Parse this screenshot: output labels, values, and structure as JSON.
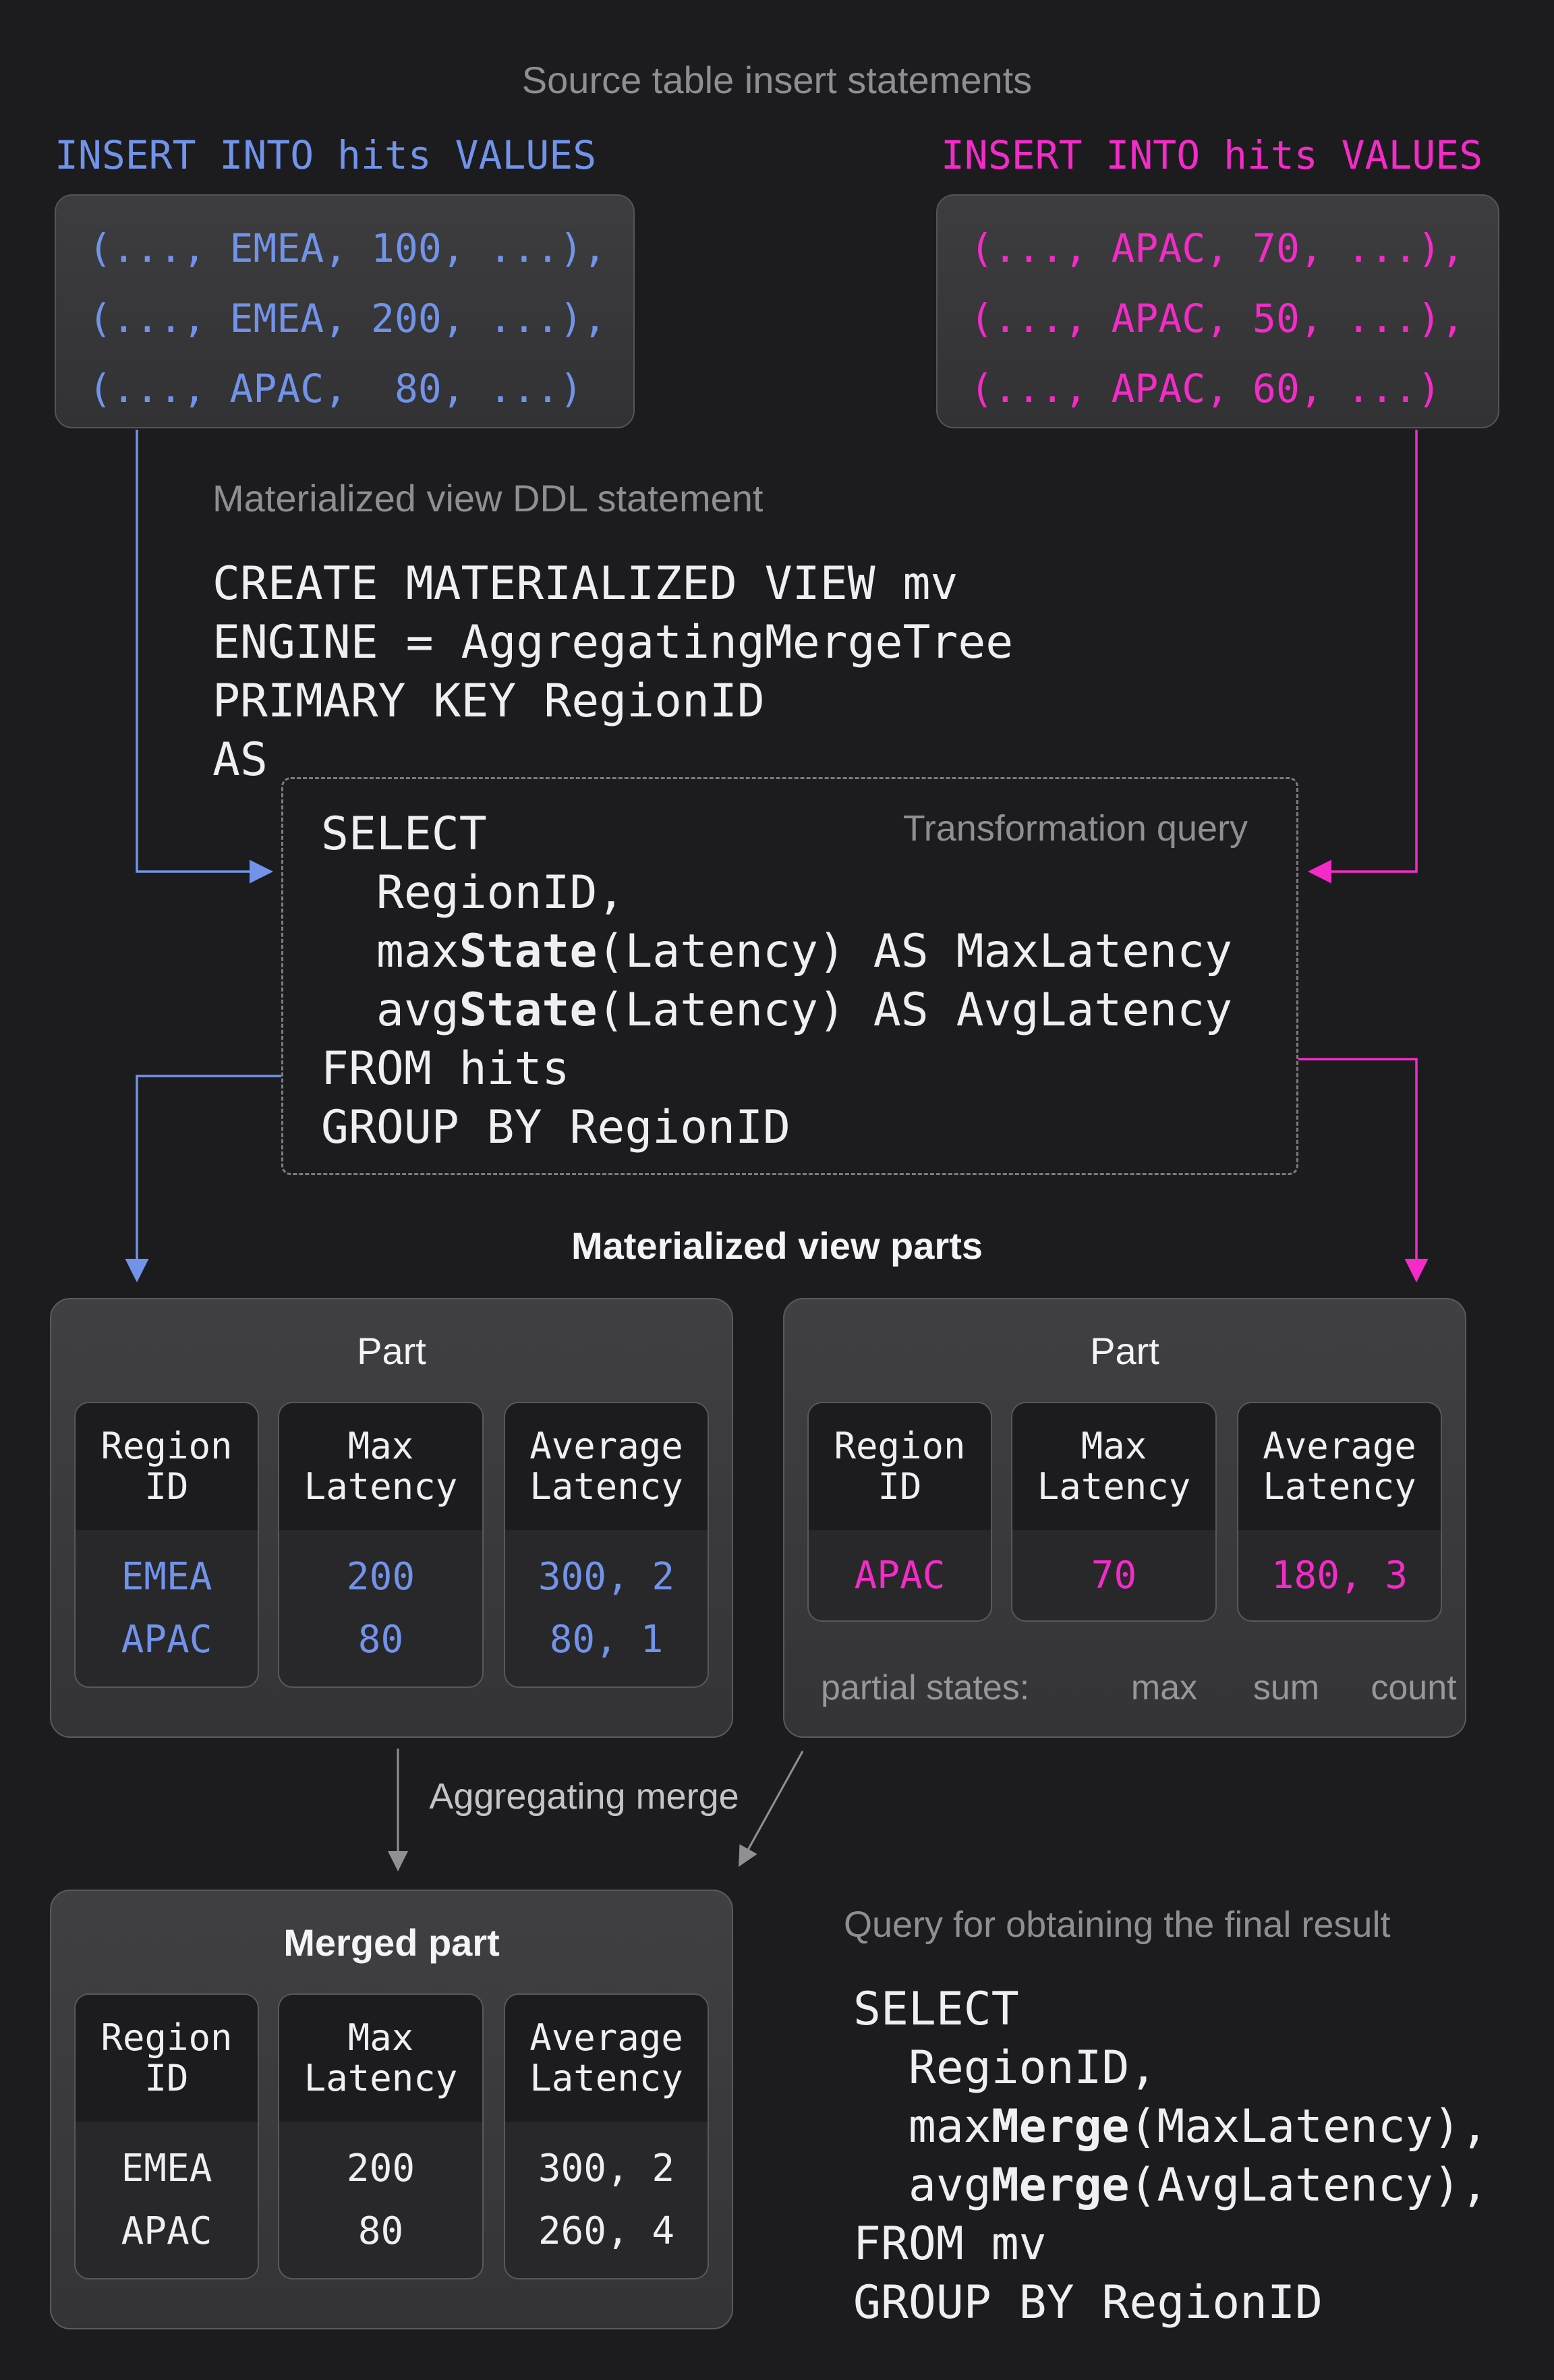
{
  "page": {
    "title": "Source table insert statements",
    "ddl_heading": "Materialized view DDL statement",
    "transform_heading": "Transformation query",
    "mv_parts_heading": "Materialized view parts",
    "merge_heading": "Aggregating merge",
    "final_query_heading": "Query for obtaining the final result"
  },
  "colors": {
    "blue": "#7193EA",
    "pink": "#F42BC8",
    "code": "#EFEFF1",
    "grayhead": "#8E8E93",
    "graylight": "#C4C4C7",
    "graypartial": "#97979B",
    "arrowgray": "#909094"
  },
  "inserts": {
    "left": {
      "label": "INSERT INTO hits VALUES",
      "lines": [
        "(..., EMEA, 100, ...),",
        "(..., EMEA, 200, ...),",
        "(..., APAC,  80, ...)"
      ]
    },
    "right": {
      "label": "INSERT INTO hits VALUES",
      "lines": [
        "(..., APAC, 70, ...),",
        "(..., APAC, 50, ...),",
        "(..., APAC, 60, ...)"
      ]
    }
  },
  "ddl": {
    "lines": [
      "CREATE MATERIALIZED VIEW mv",
      "ENGINE = AggregatingMergeTree",
      "PRIMARY KEY RegionID",
      "AS"
    ]
  },
  "transform_query": {
    "l1": "SELECT",
    "l2": "  RegionID,",
    "l3pre": "  max",
    "l3bold": "State",
    "l3post": "(Latency) AS MaxLatency",
    "l4pre": "  avg",
    "l4bold": "State",
    "l4post": "(Latency) AS AvgLatency",
    "l5": "FROM hits",
    "l6": "GROUP BY RegionID"
  },
  "parts": {
    "left": {
      "title": "Part",
      "columns": [
        {
          "h1": "Region",
          "h2": "ID",
          "values": [
            "EMEA",
            "APAC"
          ]
        },
        {
          "h1": "Max",
          "h2": "Latency",
          "values": [
            "200",
            "80"
          ]
        },
        {
          "h1": "Average",
          "h2": "Latency",
          "values": [
            "300, 2",
            "80, 1"
          ]
        }
      ]
    },
    "right": {
      "title": "Part",
      "columns": [
        {
          "h1": "Region",
          "h2": "ID",
          "values": [
            "APAC"
          ]
        },
        {
          "h1": "Max",
          "h2": "Latency",
          "values": [
            "70"
          ]
        },
        {
          "h1": "Average",
          "h2": "Latency",
          "values": [
            "180, 3"
          ]
        }
      ],
      "partial_states_label": "partial states:",
      "partial_labels": [
        "max",
        "sum",
        "count"
      ]
    },
    "merged": {
      "title": "Merged part",
      "columns": [
        {
          "h1": "Region",
          "h2": "ID",
          "values": [
            "EMEA",
            "APAC"
          ]
        },
        {
          "h1": "Max",
          "h2": "Latency",
          "values": [
            "200",
            "80"
          ]
        },
        {
          "h1": "Average",
          "h2": "Latency",
          "values": [
            "300, 2",
            "260, 4"
          ]
        }
      ]
    }
  },
  "final_query": {
    "l1": "SELECT",
    "l2": "  RegionID,",
    "l3pre": "  max",
    "l3bold": "Merge",
    "l3post": "(MaxLatency),",
    "l4pre": "  avg",
    "l4bold": "Merge",
    "l4post": "(AvgLatency),",
    "l5": "FROM mv",
    "l6": "GROUP BY RegionID"
  }
}
